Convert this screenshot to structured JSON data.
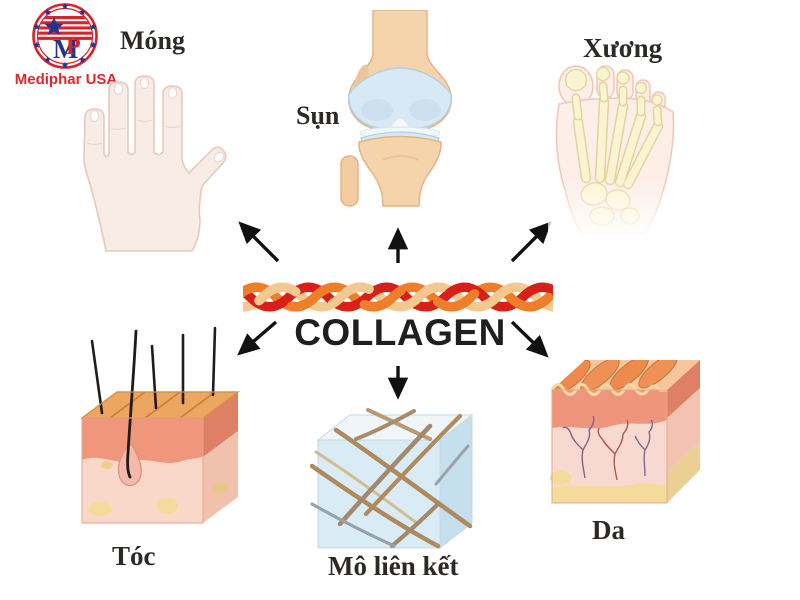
{
  "logo": {
    "brand": "Mediphar USA",
    "monogram_m": "M",
    "monogram_p": "P"
  },
  "center": {
    "label": "COLLAGEN"
  },
  "nodes": [
    {
      "id": "nails",
      "label": "Móng"
    },
    {
      "id": "cartilage",
      "label": "Sụn"
    },
    {
      "id": "bone",
      "label": "Xương"
    },
    {
      "id": "hair",
      "label": "Tóc"
    },
    {
      "id": "connective_tissue",
      "label": "Mô liên kết"
    },
    {
      "id": "skin",
      "label": "Da"
    }
  ],
  "colors": {
    "background": "#ffffff",
    "label_text": "#2d2a26",
    "collagen_text": "#1f1f1f",
    "strand_red": "#d92018",
    "strand_orange": "#ee7e2a",
    "strand_tan": "#f3c98f",
    "arrow": "#111111",
    "logo_red": "#d8232a",
    "logo_blue": "#27348b",
    "bone_tan": "#f6d4ab",
    "cartilage_blue": "#d7e9f4",
    "skin_salmon": "#ef957b",
    "skin_pale": "#f9d8ca",
    "fat_yellow": "#f5db9b",
    "tissue_blue": "#d9ecf5",
    "fiber_tan": "#b08a5f"
  }
}
